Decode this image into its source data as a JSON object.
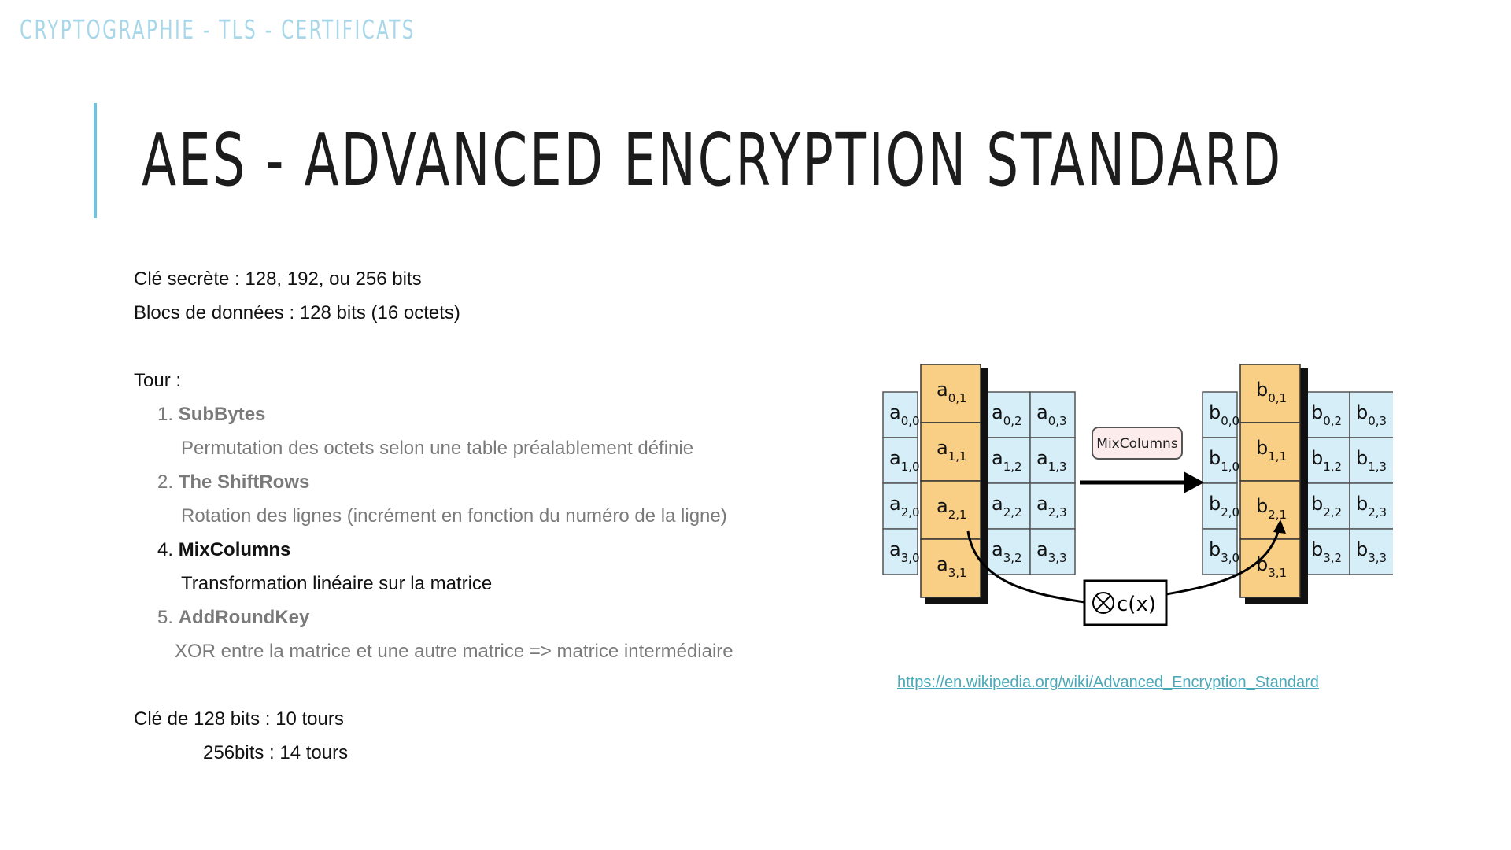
{
  "header": {
    "section": "CRYPTOGRAPHIE - TLS - CERTIFICATS"
  },
  "slide": {
    "title": "AES - ADVANCED ENCRYPTION STANDARD"
  },
  "content": {
    "key_line": "Clé secrète : 128, 192, ou 256 bits",
    "block_line": "Blocs de données : 128 bits (16 octets)",
    "tour_label": "Tour :",
    "steps": [
      {
        "num": "1.",
        "name": "SubBytes",
        "desc": "Permutation des octets selon une table préalablement définie"
      },
      {
        "num": "2.",
        "name": "The ShiftRows",
        "desc": "Rotation des lignes (incrément en fonction du numéro de la ligne)"
      },
      {
        "num": "4.",
        "name": "MixColumns",
        "desc": "Transformation linéaire sur la matrice"
      },
      {
        "num": "5.",
        "name": "AddRoundKey",
        "desc": "XOR entre la matrice et une autre matrice => matrice intermédiaire"
      }
    ],
    "rounds_128": "Clé de 128 bits : 10 tours",
    "rounds_256": "256bits : 14 tours"
  },
  "diagram": {
    "operation_label": "MixColumns",
    "function_label": "c(x)",
    "input_letter": "a",
    "output_letter": "b",
    "highlight_color": "#f9cf86",
    "cell_color": "#d6eef8",
    "op_box_color": "#fdecec"
  },
  "link": {
    "text": "https://en.wikipedia.org/wiki/Advanced_Encryption_Standard"
  }
}
